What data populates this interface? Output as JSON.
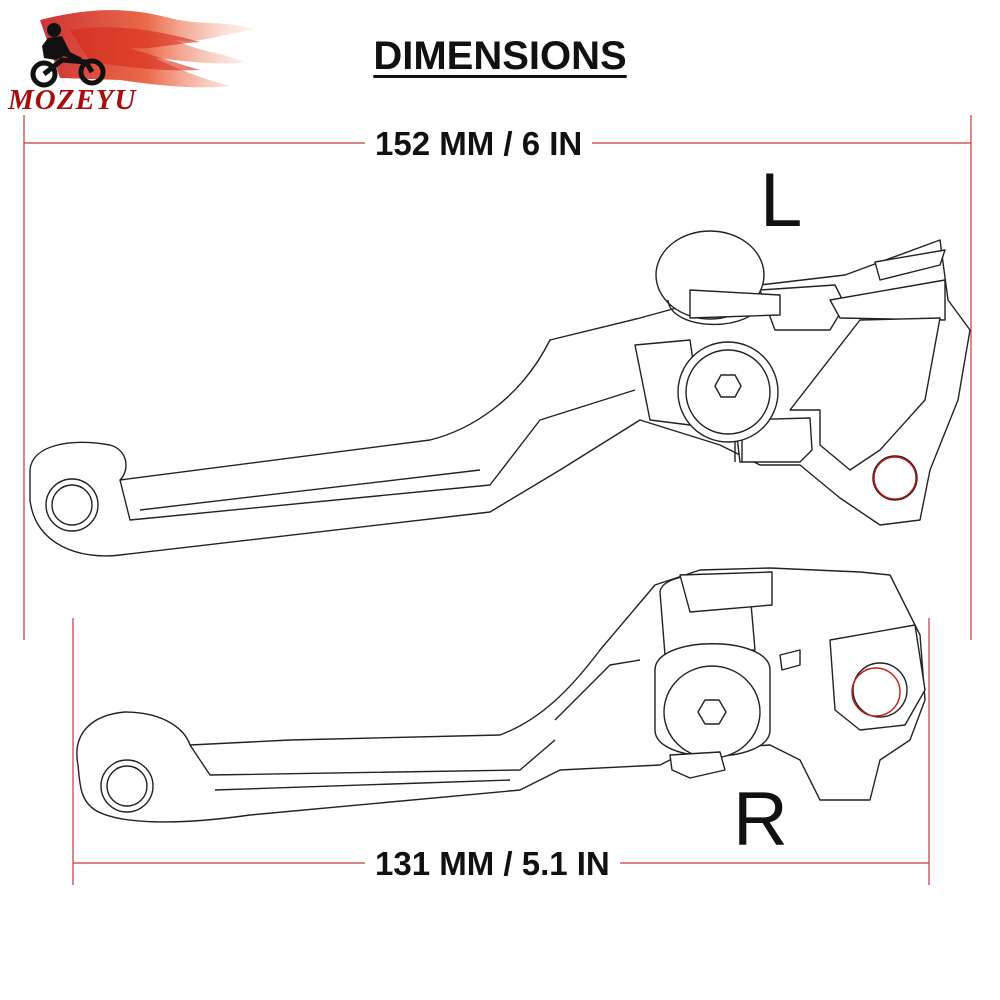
{
  "brand": {
    "name": "MOZEYU",
    "primary_color": "#b01010",
    "flame_colors": [
      "#c41111",
      "#e8502a",
      "#f7a08a"
    ]
  },
  "heading": "DIMENSIONS",
  "levers": {
    "left": {
      "letter": "L",
      "dimension": "152 MM / 6 IN"
    },
    "right": {
      "letter": "R",
      "dimension": "131 MM / 5.1 IN"
    }
  },
  "colors": {
    "outline": "#222222",
    "dimension_line": "#c43a3a",
    "pivot_ring": "#c41a1a"
  }
}
